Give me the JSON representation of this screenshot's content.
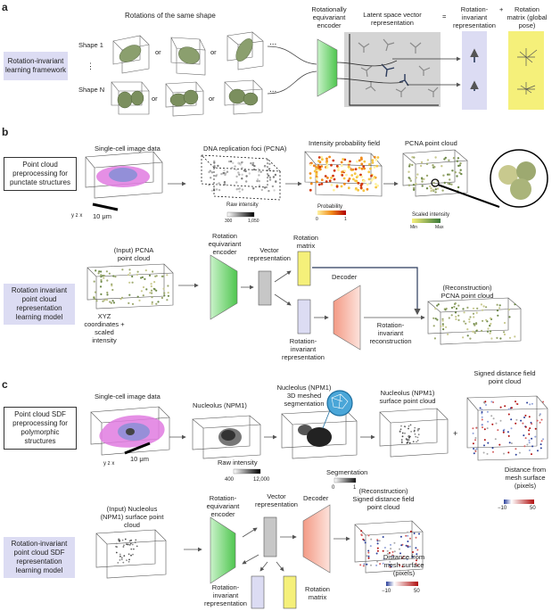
{
  "panel_a": {
    "label": "a",
    "header": "Rotations of the same shape",
    "framework_label": "Rotation-invariant learning framework",
    "shape_1": "Shape 1",
    "shape_n": "Shape N",
    "dots_vertical": "⋮",
    "or": "or",
    "ellipsis": "...",
    "encoder": "Rotationally equivariant encoder",
    "latent": "Latent space vector representation",
    "equals": "=",
    "invariant_rep": "Rotation-invariant representation",
    "plus": "+",
    "rotation_matrix": "Rotation matrix (global pose)"
  },
  "panel_b": {
    "label": "b",
    "preproc_box": "Point cloud preprocessing for punctate structures",
    "single_cell": "Single-cell image data",
    "scalebar": "10 μm",
    "axes": "y z x",
    "dna_foci": "DNA replication foci (PCNA)",
    "raw_intensity": "Raw intensity",
    "raw_min": "300",
    "raw_max": "1,050",
    "intensity_field": "Intensity probability field",
    "probability": "Probability",
    "prob_min": "0",
    "prob_max": "1",
    "pcna_cloud": "PCNA point cloud",
    "scaled_intensity_cb": "Scaled intensity",
    "si_min": "Min",
    "si_max": "Max",
    "model_label": "Rotation invariant point cloud representation learning model",
    "input": "(Input) PCNA point cloud",
    "xyz": "XYZ coordinates + scaled intensity",
    "encoder": "Rotation equivariant encoder",
    "vector_rep": "Vector representation",
    "rotation_matrix": "Rotation matrix",
    "decoder": "Decoder",
    "invariant_rep": "Rotation-invariant representation",
    "invariant_recon": "Rotation-invariant reconstruction",
    "recon": "(Reconstruction) PCNA point cloud"
  },
  "panel_c": {
    "label": "c",
    "preproc_box": "Point cloud SDF preprocessing for polymorphic structures",
    "single_cell": "Single-cell image data",
    "scalebar": "10 μm",
    "axes": "y z x",
    "nucleolus": "Nucleolus (NPM1)",
    "raw_intensity": "Raw intensity",
    "raw_min": "400",
    "raw_max": "12,000",
    "meshed": "Nucleolus (NPM1) 3D meshed segmentation",
    "segmentation": "Segmentation",
    "seg_min": "0",
    "seg_max": "1",
    "surface_cloud": "Nucleolus (NPM1) surface point cloud",
    "plus": "+",
    "sdf_cloud": "Signed distance field point cloud",
    "distance": "Distance from mesh surface (pixels)",
    "dist_min": "−10",
    "dist_max": "50",
    "model_label": "Rotation-invariant point cloud SDF representation learning model",
    "input": "(Input) Nucleolus (NPM1) surface point cloud",
    "encoder": "Rotation-equivariant encoder",
    "vector_rep": "Vector representation",
    "decoder": "Decoder",
    "recon": "(Reconstruction) Signed distance field point cloud",
    "distance2": "Distance from mesh surface (pixels)",
    "dist2_min": "−10",
    "dist2_max": "50",
    "invariant_rep": "Rotation-invariant representation",
    "rotation_matrix": "Rotation matrix"
  },
  "colors": {
    "encoder_green": "#7fd97f",
    "decoder_orange": "#f07a5e",
    "lilac": "#dcdcf3",
    "yellow": "#f5f07a",
    "latent_gray": "#d4d4d4",
    "pink_cell": "#e07be0"
  }
}
